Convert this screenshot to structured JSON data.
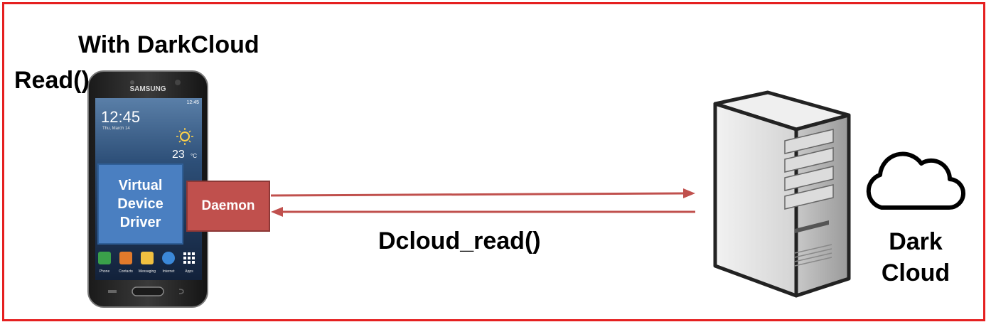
{
  "diagram": {
    "title": "With DarkCloud",
    "read_call": "Read()",
    "vdd_lines": [
      "Virtual",
      "Device",
      "Driver"
    ],
    "daemon": "Daemon",
    "network_call": "Dcloud_read()",
    "cloud_lines": [
      "Dark",
      "Cloud"
    ]
  },
  "phone": {
    "brand": "SAMSUNG",
    "time": "12:45",
    "status_time": "12:45",
    "temperature": "23",
    "temp_unit": "°C",
    "dock_apps": [
      "Phone",
      "Contacts",
      "Messaging",
      "Internet",
      "Apps"
    ]
  },
  "colors": {
    "frame": "#e52020",
    "vdd": "#4a7fc1",
    "daemon": "#c0504d",
    "arrow": "#c0504d"
  }
}
